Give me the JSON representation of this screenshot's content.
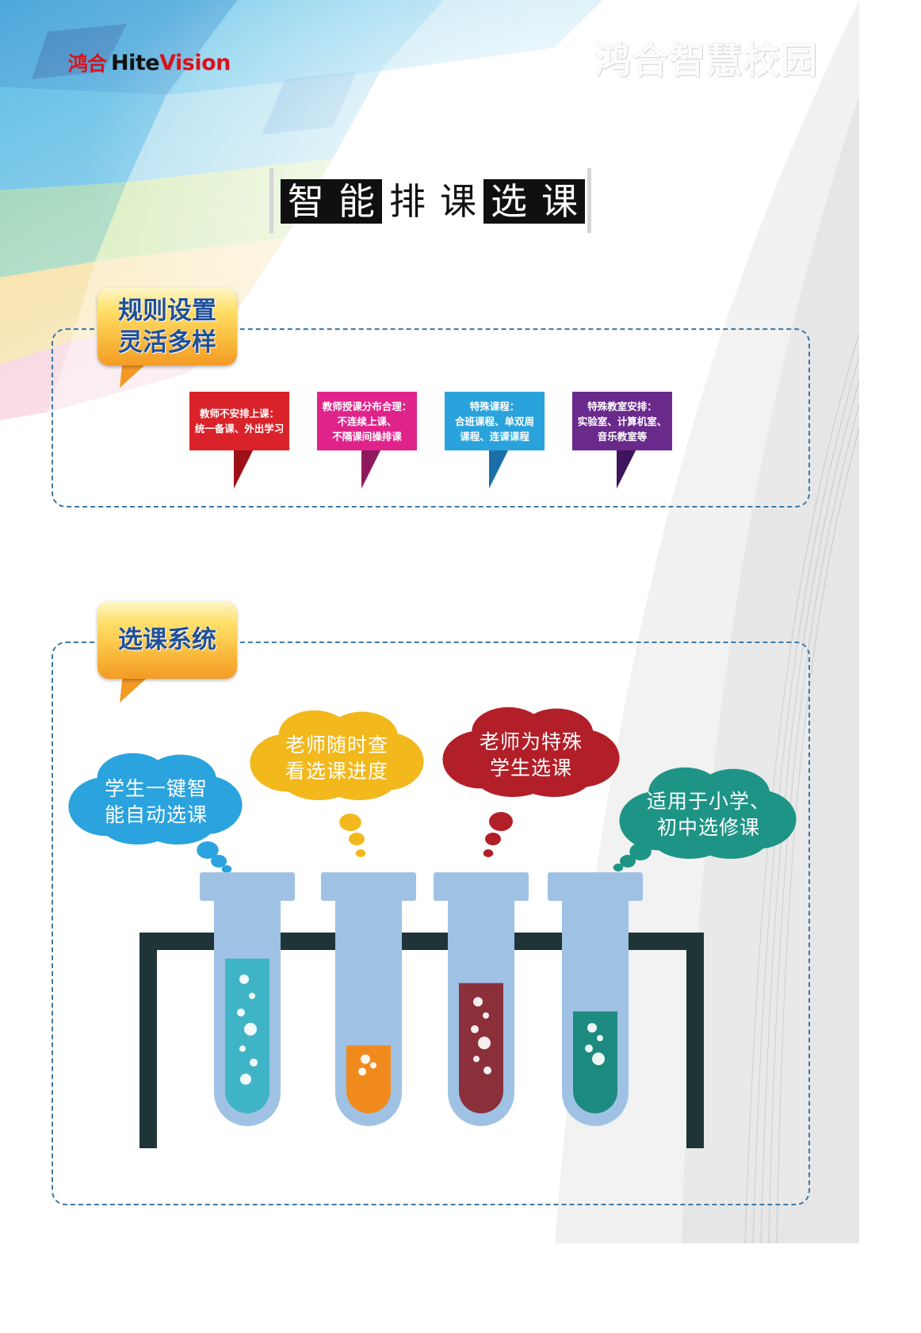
{
  "header": {
    "logo_cn": "鸿合",
    "logo_en_a": "Hite",
    "logo_en_b": "Vision",
    "brand_right": "鸿合智慧校园"
  },
  "title": {
    "chars": [
      "智",
      "能",
      "排",
      "课",
      "选",
      "课"
    ]
  },
  "section1": {
    "label_lines": [
      "规则设置",
      "灵活多样"
    ],
    "cards": [
      {
        "lines": [
          "教师不安排上课：",
          "统一备课、外出学习"
        ],
        "color": "#d92229",
        "fold": "#9e1119"
      },
      {
        "lines": [
          "教师授课分布合理：",
          "不连续上课、",
          "不隔课间操排课"
        ],
        "color": "#e0238b",
        "fold": "#8d1a5f"
      },
      {
        "lines": [
          "特殊课程：",
          "合班课程、单双周",
          "课程、连课课程"
        ],
        "color": "#2aa3dc",
        "fold": "#1a6fa8"
      },
      {
        "lines": [
          "特殊教室安排：",
          "实验室、计算机室、",
          "音乐教室等"
        ],
        "color": "#6a2a8c",
        "fold": "#3f145c"
      }
    ]
  },
  "section2": {
    "label_lines": [
      "选课系统"
    ],
    "clouds": [
      {
        "lines": [
          "学生一键智",
          "能自动选课"
        ],
        "color": "#2aa3df"
      },
      {
        "lines": [
          "老师随时查",
          "看选课进度"
        ],
        "color": "#f2b81c"
      },
      {
        "lines": [
          "老师为特殊",
          "学生选课"
        ],
        "color": "#b31f28"
      },
      {
        "lines": [
          "适用于小学、",
          "初中选修课"
        ],
        "color": "#1e9486"
      }
    ],
    "tubes": [
      {
        "liquid": "#3fb4c6",
        "level": 0.82
      },
      {
        "liquid": "#f08a1d",
        "level": 0.36
      },
      {
        "liquid": "#8b2f3a",
        "level": 0.69
      },
      {
        "liquid": "#1d8a80",
        "level": 0.54
      }
    ],
    "colors": {
      "tube": "#9fc2e4",
      "rack": "#1f3437"
    }
  }
}
